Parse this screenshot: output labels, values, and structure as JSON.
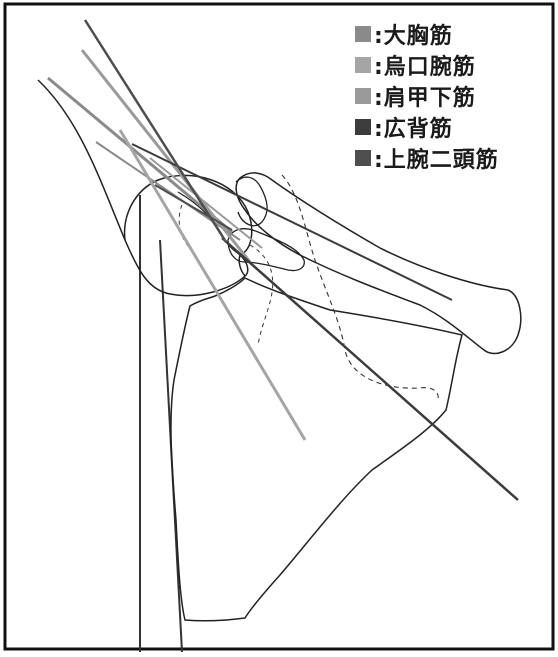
{
  "legend": {
    "items": [
      {
        "label": ":大胸筋",
        "color": "#8a8a8a"
      },
      {
        "label": ":烏口腕筋",
        "color": "#a5a5a5"
      },
      {
        "label": ":肩甲下筋",
        "color": "#9a9a9a"
      },
      {
        "label": ":広背筋",
        "color": "#3c3c3c"
      },
      {
        "label": ":上腕二頭筋",
        "color": "#4e4e4e"
      }
    ]
  },
  "colors": {
    "frame": "#111111",
    "bone_outline": "#222222",
    "pectoralis_major": "#8a8a8a",
    "coracobrachialis": "#a5a5a5",
    "subscapularis": "#9a9a9a",
    "latissimus_dorsi": "#3c3c3c",
    "biceps": "#4e4e4e",
    "axis_line": "#333333"
  },
  "icons": {
    "bones": "shoulder-bone-outline",
    "muscles": "muscle-line-vectors"
  }
}
